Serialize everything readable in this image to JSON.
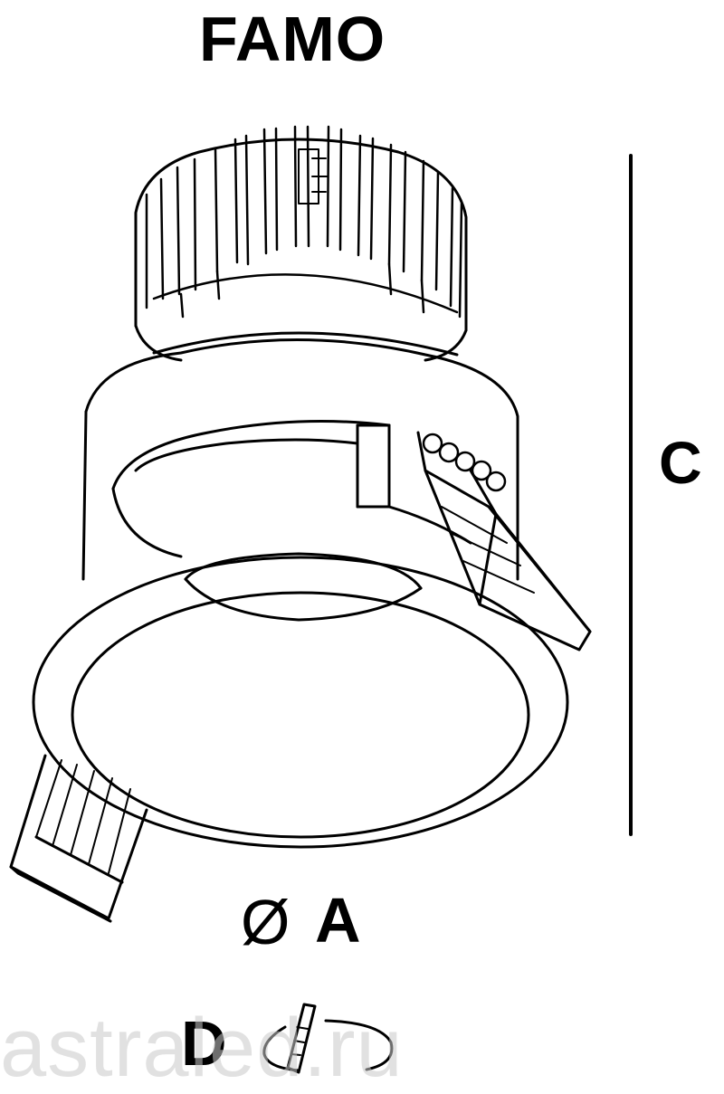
{
  "title": "FAMO",
  "dimensions": {
    "height_label": "C",
    "diameter_symbol": "Ø",
    "diameter_label": "A",
    "cutout_label": "D"
  },
  "watermark": "astraled.ru",
  "colors": {
    "line": "#000000",
    "background": "#ffffff",
    "watermark": "#c9c9c9"
  }
}
